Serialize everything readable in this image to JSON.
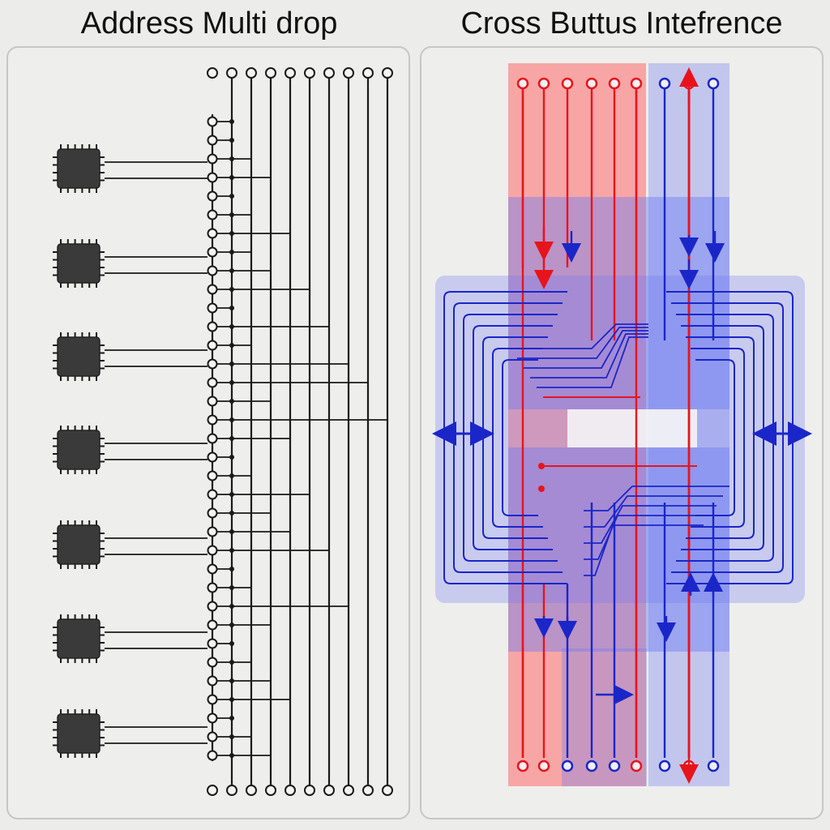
{
  "titles": {
    "left": "Address Multi drop",
    "right": "Cross Buttus Intefrence"
  },
  "colors": {
    "background": "#ececea",
    "panel_border": "#c6c6c4",
    "wire": "#1a1a1a",
    "chip_body": "#3a3a3a",
    "red_signal": "#e8141c",
    "blue_signal": "#1b26c8",
    "red_zone": "#ff6b6b",
    "blue_zone": "#6f7cf2"
  },
  "left_diagram": {
    "chip_count": 7,
    "bus_line_count": 10,
    "chip_icon": "integrated-circuit-chip-icon"
  },
  "right_diagram": {
    "top_terminal_colors": [
      "red",
      "red",
      "red",
      "red",
      "red",
      "red",
      "blue",
      "red",
      "blue"
    ],
    "bottom_terminal_colors": [
      "red",
      "red",
      "blue",
      "blue",
      "blue",
      "red",
      "blue",
      "red",
      "blue"
    ],
    "bidirectional_arrows": 2
  }
}
